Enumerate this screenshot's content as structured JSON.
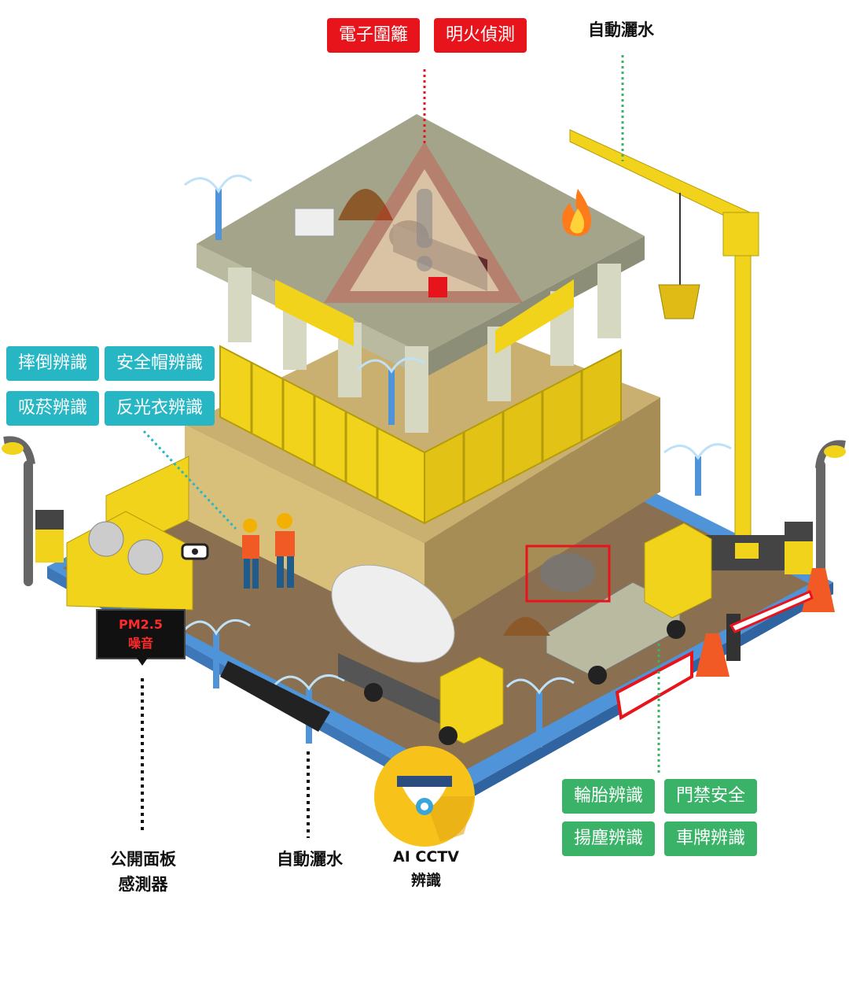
{
  "top_tags": {
    "electronic_fence": "電子圍籬",
    "fire_detection": "明火偵測",
    "auto_sprinkler_top": "自動灑水"
  },
  "left_tags": {
    "fall_detection": "摔倒辨識",
    "helmet_detection": "安全帽辨識",
    "smoking_detection": "吸菸辨識",
    "vest_detection": "反光衣辨識"
  },
  "right_tags": {
    "tire_detection": "輪胎辨識",
    "access_control": "門禁安全",
    "dust_detection": "揚塵辨識",
    "plate_detection": "車牌辨識"
  },
  "sensor_panel": {
    "line1": "PM2.5",
    "line2": "噪音"
  },
  "bottom_labels": {
    "panel_sensor_line1": "公開面板",
    "panel_sensor_line2": "感測器",
    "auto_sprinkler_bottom": "自動灑水",
    "ai_cctv_line1": "AI CCTV",
    "ai_cctv_line2": "辨識"
  },
  "colors": {
    "red_tag": "#e8141b",
    "teal_tag": "#26b6c4",
    "green_tag": "#3ab368",
    "scaffold_yellow": "#f2d31b",
    "fence_blue": "#4f93d8",
    "ground": "#8a7050"
  },
  "icons": [
    "fire-icon",
    "warning-triangle-icon",
    "cctv-camera-icon",
    "sprinkler-icon",
    "crane-icon",
    "truck-icon",
    "mixer-truck-icon",
    "worker-icon",
    "street-lamp-icon",
    "traffic-cone-icon",
    "barrier-gate-icon"
  ]
}
